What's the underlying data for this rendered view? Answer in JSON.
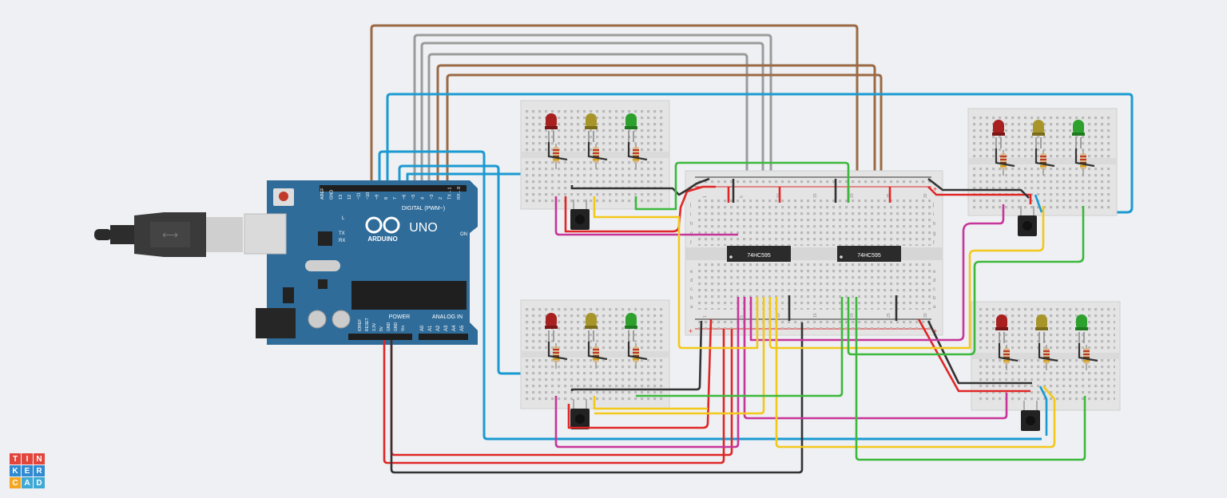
{
  "arduino": {
    "model": "UNO",
    "brand": "ARDUINO",
    "digital_label": "DIGITAL (PWM~)",
    "power_label": "POWER",
    "analog_label": "ANALOG IN",
    "on_label": "ON",
    "tx_label": "TX",
    "rx_label": "RX",
    "l_label": "L",
    "digital_pins": [
      "AREF",
      "GND",
      "13",
      "12",
      "~11",
      "~10",
      "~9",
      "8",
      "7",
      "~6",
      "~5",
      "4",
      "~3",
      "2",
      "TX→1",
      "RX←0"
    ],
    "power_pins": [
      "IOREF",
      "RESET",
      "3.3V",
      "5V",
      "GND",
      "GND",
      "Vin"
    ],
    "analog_pins": [
      "A0",
      "A1",
      "A2",
      "A3",
      "A4",
      "A5"
    ]
  },
  "ics": [
    {
      "label": "74HC595"
    },
    {
      "label": "74HC595"
    }
  ],
  "breadboard_rows": [
    "a",
    "b",
    "c",
    "d",
    "e",
    "f",
    "g",
    "h",
    "i",
    "j"
  ],
  "breadboard_cols": [
    "1",
    "5",
    "10",
    "15",
    "20",
    "25",
    "30"
  ],
  "logo_letters": [
    "T",
    "I",
    "N",
    "K",
    "E",
    "R",
    "C",
    "A",
    "D"
  ],
  "colors": {
    "brown": "#9b6a44",
    "gray": "#9b9b9b",
    "blue": "#1b9ad1",
    "red": "#e02626",
    "black": "#333333",
    "yellow": "#f2c81b",
    "green": "#3cb83c",
    "magenta": "#c8359a",
    "board": "#2f6c9a"
  }
}
